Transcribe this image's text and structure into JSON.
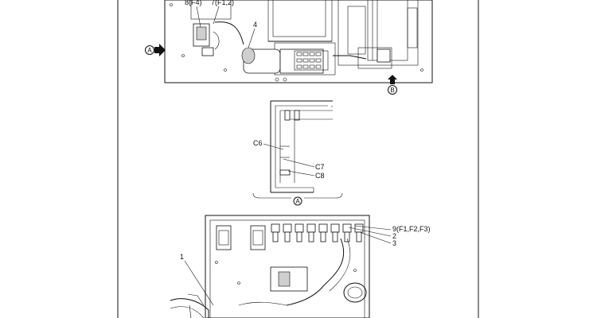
{
  "top_view": {
    "labels": {
      "part_8": "8(F4)",
      "part_7": "7(F1,2)",
      "part_4": "4"
    },
    "view_markers": {
      "a": "A",
      "b": "B"
    }
  },
  "detail_a": {
    "labels": {
      "c6": "C6",
      "c7": "C7",
      "c8": "C8"
    },
    "caption_marker": "A"
  },
  "bottom_view": {
    "labels": {
      "part_9": "9(F1,F2,F3)",
      "part_2": "2",
      "part_3": "3",
      "part_1": "1"
    }
  }
}
